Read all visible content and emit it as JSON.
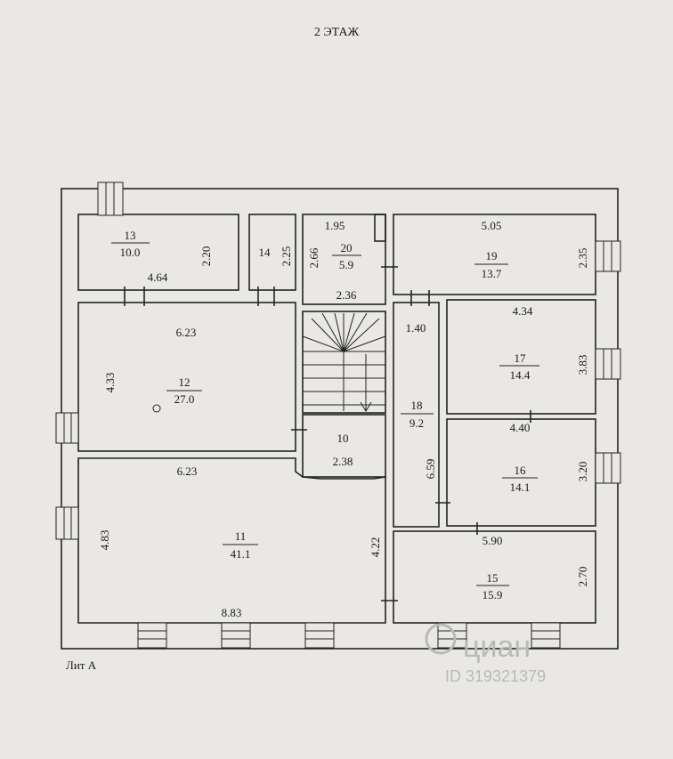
{
  "title": "2 ЭТАЖ",
  "building_label": "Лит А",
  "watermark": {
    "brand": "циан",
    "id_text": "ID 319321379"
  },
  "rooms": {
    "r13": {
      "number": "13",
      "area": "10.0",
      "dim_w": "4.64",
      "dim_h": "2.20"
    },
    "r14": {
      "number": "14",
      "dim_h": "2.25"
    },
    "r20": {
      "number": "20",
      "area": "5.9",
      "dim_top": "1.95",
      "dim_h": "2.66",
      "dim_bottom": "2.36"
    },
    "r19": {
      "number": "19",
      "area": "13.7",
      "dim_w": "5.05",
      "dim_h": "2.35"
    },
    "r12": {
      "number": "12",
      "area": "27.0",
      "dim_w": "6.23",
      "dim_h": "4.33"
    },
    "r18": {
      "number": "18",
      "area": "9.2",
      "dim_w": "1.40",
      "dim_h": "6.59"
    },
    "r17": {
      "number": "17",
      "area": "14.4",
      "dim_w": "4.34",
      "dim_h": "3.83"
    },
    "r10": {
      "number": "10",
      "dim_w": "2.38"
    },
    "r16": {
      "number": "16",
      "area": "14.1",
      "dim_w": "4.40",
      "dim_h": "3.20"
    },
    "r11": {
      "number": "11",
      "area": "41.1",
      "dim_top": "6.23",
      "dim_left": "4.83",
      "dim_right": "4.22",
      "dim_bottom": "8.83"
    },
    "r15": {
      "number": "15",
      "area": "15.9",
      "dim_w": "5.90",
      "dim_h": "2.70"
    }
  }
}
